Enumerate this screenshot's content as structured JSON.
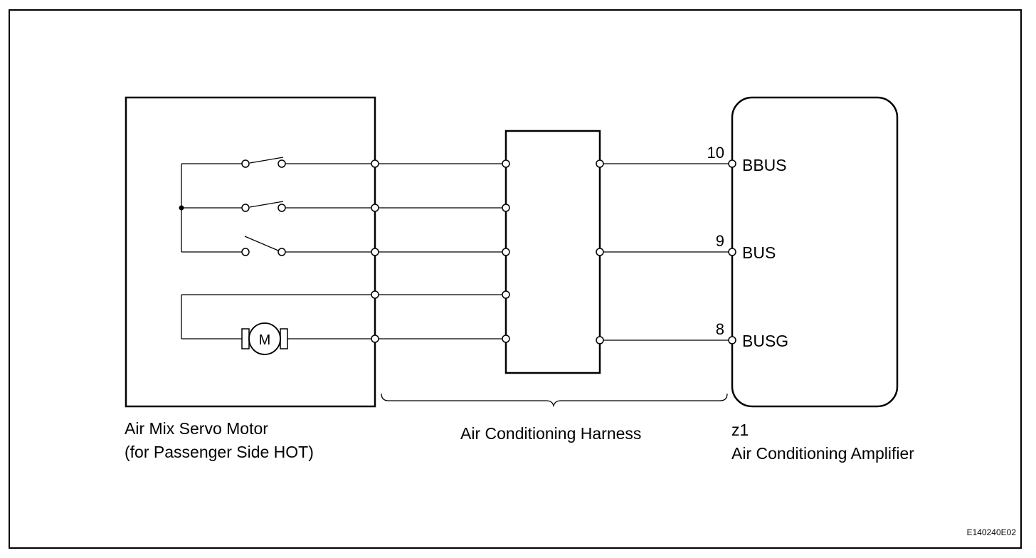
{
  "components": {
    "servo_motor": {
      "label_line1": "Air Mix Servo Motor",
      "label_line2": "(for Passenger Side HOT)",
      "motor_symbol": "M"
    },
    "harness": {
      "label": "Air Conditioning Harness"
    },
    "amplifier": {
      "connector_id": "z1",
      "label": "Air Conditioning Amplifier",
      "pins": [
        {
          "number": "10",
          "name": "BBUS"
        },
        {
          "number": "9",
          "name": "BUS"
        },
        {
          "number": "8",
          "name": "BUSG"
        }
      ]
    }
  },
  "figure_code": "E140240E02"
}
